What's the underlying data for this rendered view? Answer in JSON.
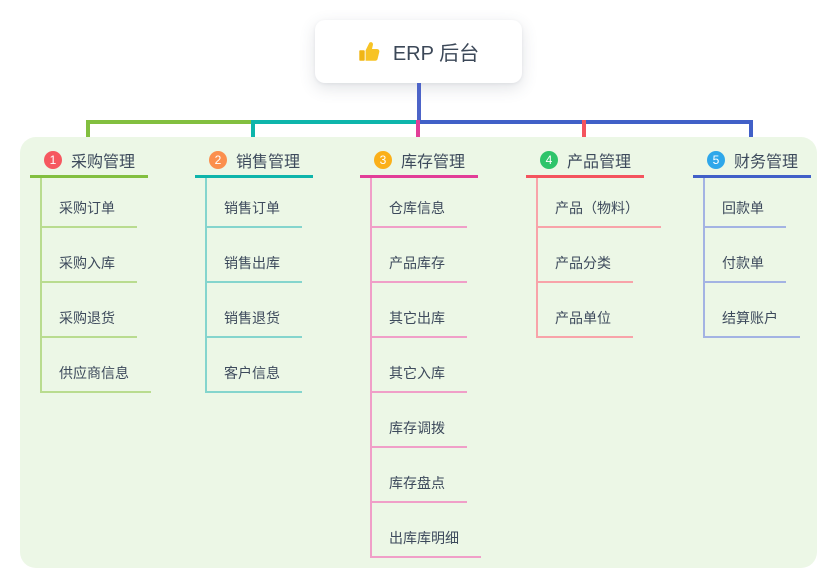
{
  "root": {
    "title": "ERP 后台",
    "icon": "thumbs-up-icon",
    "icon_color": "#f7bf25"
  },
  "branches": [
    {
      "badge": "1",
      "label": "采购管理",
      "badge_color": "#f65860",
      "line_color": "#82bf3f",
      "child_line_color": "#b9dc8f",
      "children": [
        "采购订单",
        "采购入库",
        "采购退货",
        "供应商信息"
      ]
    },
    {
      "badge": "2",
      "label": "销售管理",
      "badge_color": "#fb8f4d",
      "line_color": "#0eb5ab",
      "child_line_color": "#84d5cd",
      "children": [
        "销售订单",
        "销售出库",
        "销售退货",
        "客户信息"
      ]
    },
    {
      "badge": "3",
      "label": "库存管理",
      "badge_color": "#fbb019",
      "line_color": "#e23e98",
      "child_line_color": "#f09fc8",
      "children": [
        "仓库信息",
        "产品库存",
        "其它出库",
        "其它入库",
        "库存调拨",
        "库存盘点",
        "出库库明细"
      ]
    },
    {
      "badge": "4",
      "label": "产品管理",
      "badge_color": "#2ec46a",
      "line_color": "#f4545e",
      "child_line_color": "#f8a3a9",
      "children": [
        "产品（物料）",
        "产品分类",
        "产品单位"
      ]
    },
    {
      "badge": "5",
      "label": "财务管理",
      "badge_color": "#2ea7ea",
      "line_color": "#4160c8",
      "child_line_color": "#a3b3e3",
      "children": [
        "回款单",
        "付款单",
        "结算账户"
      ]
    }
  ],
  "colors": {
    "panel_bg": "#ecf7e6",
    "stem": "#4d64c8",
    "text": "#3d4a5c"
  }
}
